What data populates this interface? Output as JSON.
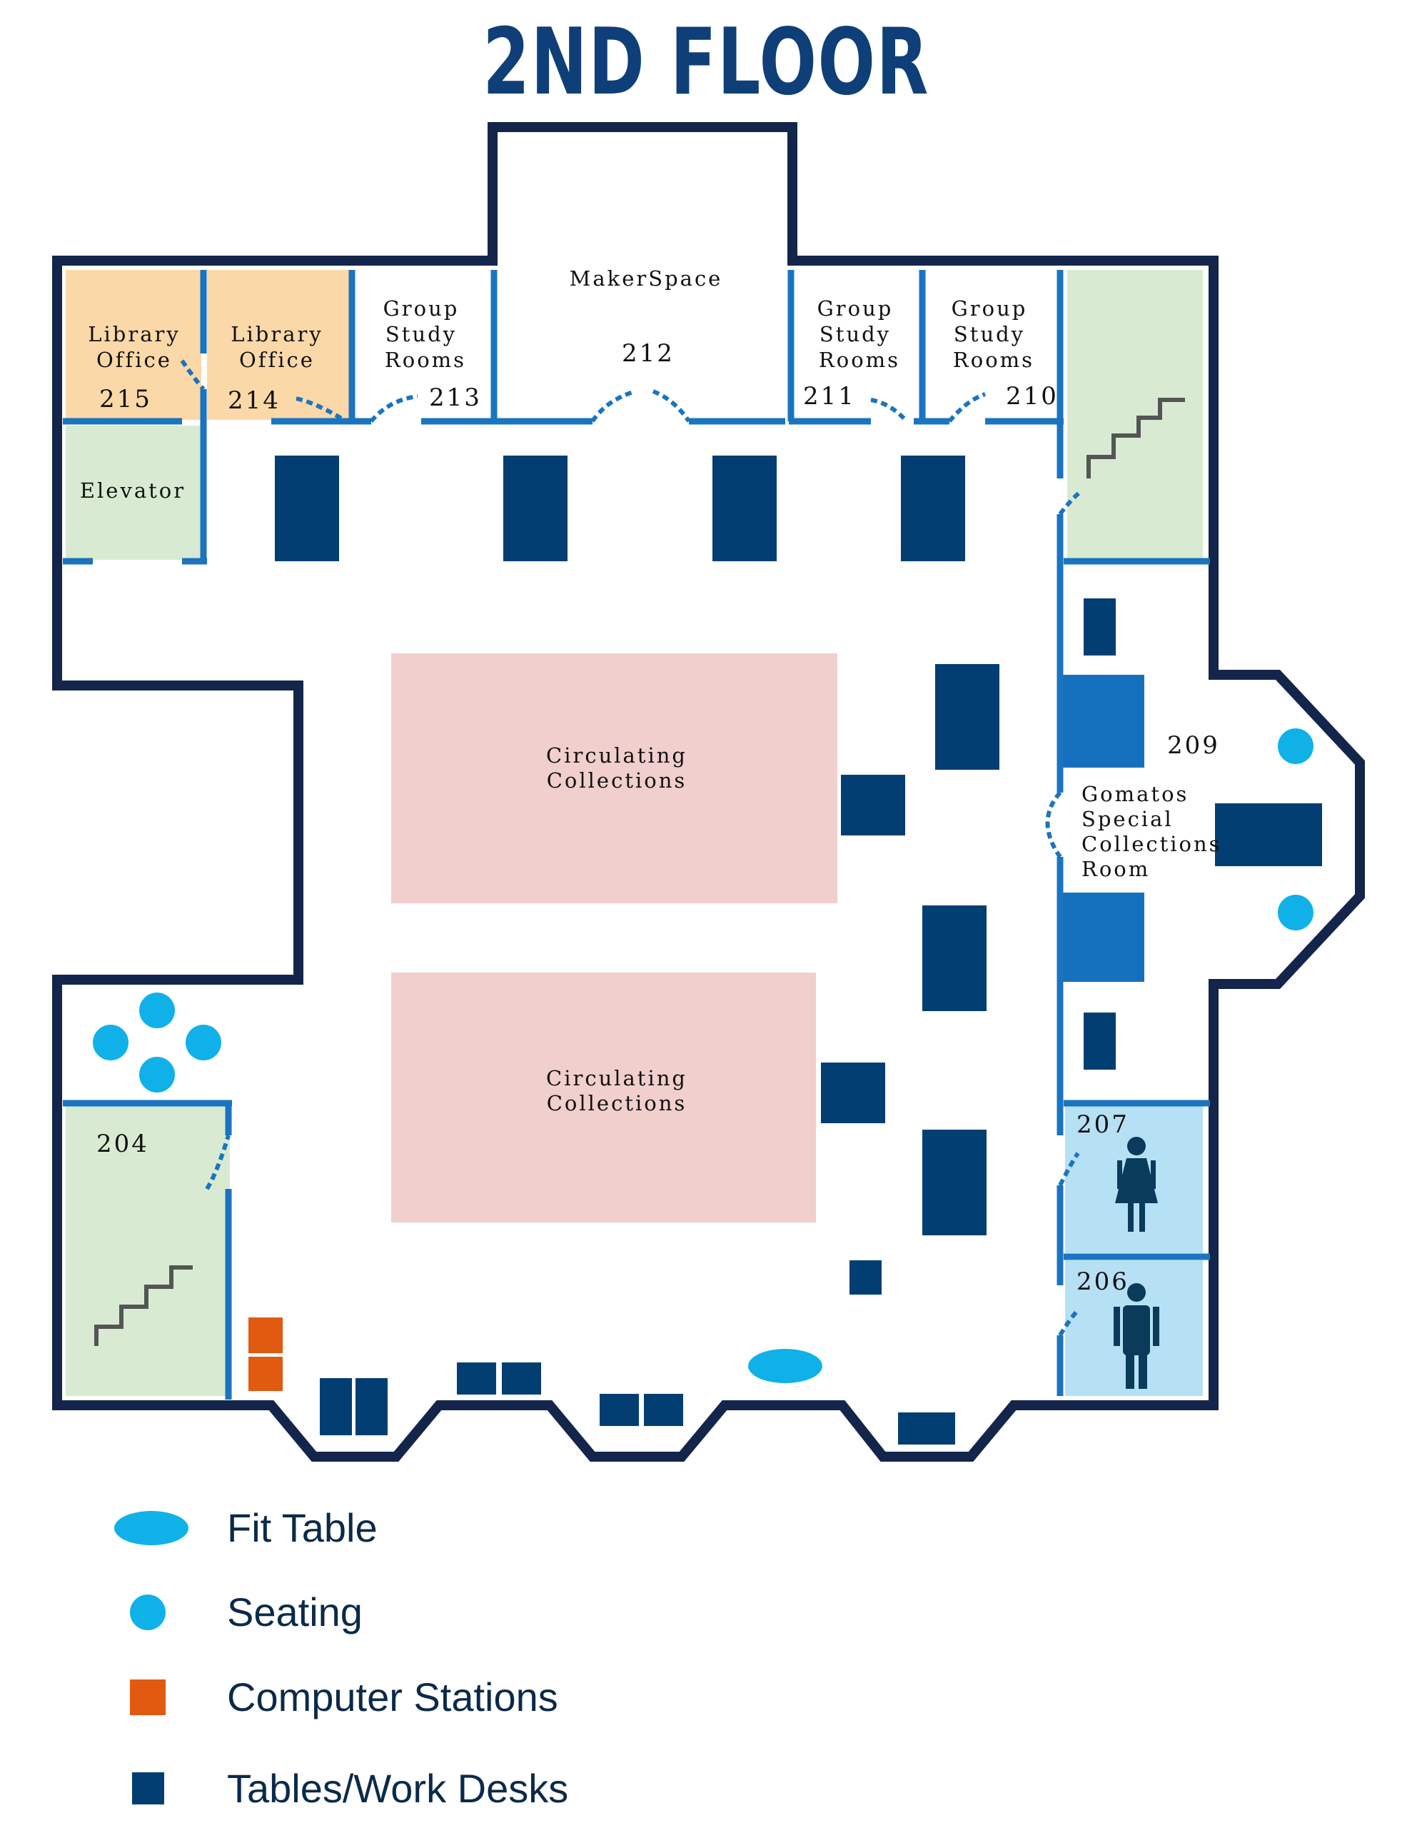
{
  "title": "2ND FLOOR",
  "colors": {
    "outer_wall": "#13254a",
    "inner_wall": "#1a74c0",
    "office": "#fbd8a8",
    "service": "#d8ebd2",
    "restroom": "#b6e0f4",
    "collections": "#f0cfcd",
    "desk": "#033e73",
    "fit_table": "#0fb1e8",
    "seating": "#0fb1e8",
    "computer": "#e05a0f"
  },
  "rooms": {
    "r215": {
      "line1": "Library",
      "line2": "Office",
      "number": "215"
    },
    "r214": {
      "line1": "Library",
      "line2": "Office",
      "number": "214"
    },
    "r213": {
      "line1": "Group",
      "line2": "Study",
      "line3": "Rooms",
      "number": "213"
    },
    "r212": {
      "name": "MakerSpace",
      "number": "212"
    },
    "r211": {
      "line1": "Group",
      "line2": "Study",
      "line3": "Rooms",
      "number": "211"
    },
    "r210": {
      "line1": "Group",
      "line2": "Study",
      "line3": "Rooms",
      "number": "210"
    },
    "elevator": {
      "name": "Elevator"
    },
    "r209": {
      "number": "209",
      "line1": "Gomatos",
      "line2": "Special",
      "line3": "Collections",
      "line4": "Room"
    },
    "r207": {
      "number": "207",
      "icon": "woman-restroom-icon"
    },
    "r206": {
      "number": "206",
      "icon": "man-restroom-icon"
    },
    "r204": {
      "number": "204",
      "icon": "stairs-icon"
    },
    "collections_1": {
      "line1": "Circulating",
      "line2": "Collections"
    },
    "collections_2": {
      "line1": "Circulating",
      "line2": "Collections"
    }
  },
  "legend": {
    "fit_table": "Fit Table",
    "seating": "Seating",
    "computer_stations": "Computer Stations",
    "tables": "Tables/Work Desks"
  }
}
